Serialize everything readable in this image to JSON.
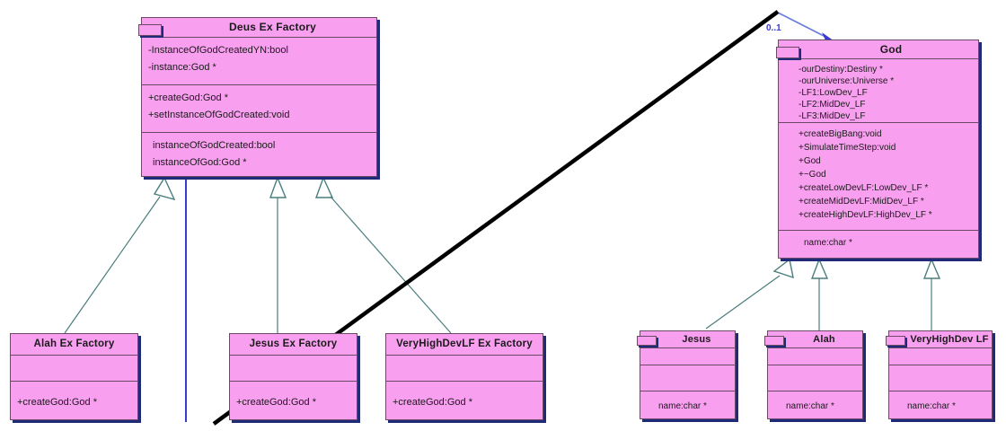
{
  "diagram": {
    "type": "uml-class-diagram",
    "title": "Deus Ex Factory / God abstract factory UML class diagram",
    "colors": {
      "class_fill": "#f99ff0",
      "class_border": "#6b4a66",
      "class_shadow": "#1f2a78",
      "generalization_line": "#4a7d7d",
      "association_line": "#3a3ad0",
      "annotation_line": "#000000",
      "multiplicity_text": "#3a3ad0"
    }
  },
  "classes": {
    "deus_ex_factory": {
      "name": "Deus Ex Factory",
      "has_package_icon": true,
      "attributes": [
        "-InstanceOfGodCreatedYN:bool",
        "-instance:God *"
      ],
      "operations": [
        "+createGod:God *",
        "+setInstanceOfGodCreated:void"
      ],
      "extras": [
        "instanceOfGodCreated:bool",
        "instanceOfGod:God *"
      ]
    },
    "god": {
      "name": "God",
      "has_package_icon": true,
      "attributes": [
        "-ourDestiny:Destiny *",
        "-ourUniverse:Universe *",
        "-LF1:LowDev_LF",
        "-LF2:MidDev_LF",
        "-LF3:MidDev_LF"
      ],
      "operations": [
        "+createBigBang:void",
        "+SimulateTimeStep:void",
        "+God",
        "+~God",
        "+createLowDevLF:LowDev_LF *",
        "+createMidDevLF:MidDev_LF *",
        "+createHighDevLF:HighDev_LF *"
      ],
      "extras": [
        "name:char *"
      ]
    },
    "alah_ex_factory": {
      "name": "Alah Ex Factory",
      "has_package_icon": false,
      "attributes": [],
      "operations": [
        "+createGod:God *"
      ]
    },
    "jesus_ex_factory": {
      "name": "Jesus Ex Factory",
      "has_package_icon": false,
      "attributes": [],
      "operations": [
        "+createGod:God *"
      ]
    },
    "veryhighdevlf_ex_factory": {
      "name": "VeryHighDevLF Ex Factory",
      "has_package_icon": false,
      "attributes": [],
      "operations": [
        "+createGod:God *"
      ]
    },
    "jesus": {
      "name": "Jesus",
      "has_package_icon": true,
      "attributes": [],
      "operations": [],
      "extras": [
        "name:char *"
      ]
    },
    "alah": {
      "name": "Alah",
      "has_package_icon": true,
      "attributes": [],
      "operations": [],
      "extras": [
        "name:char *"
      ]
    },
    "veryhighdev_lf": {
      "name": "VeryHighDev LF",
      "has_package_icon": true,
      "attributes": [],
      "operations": [],
      "extras": [
        "name:char *"
      ]
    }
  },
  "relationships": {
    "multiplicity_god": "0..1",
    "generalizations": [
      {
        "from": "Alah Ex Factory",
        "to": "Deus Ex Factory"
      },
      {
        "from": "Jesus Ex Factory",
        "to": "Deus Ex Factory"
      },
      {
        "from": "VeryHighDevLF Ex Factory",
        "to": "Deus Ex Factory"
      },
      {
        "from": "Jesus",
        "to": "God"
      },
      {
        "from": "Alah",
        "to": "God"
      },
      {
        "from": "VeryHighDev LF",
        "to": "God"
      }
    ],
    "associations": [
      {
        "from": "Deus Ex Factory",
        "to": "God",
        "label": "0..1"
      }
    ]
  }
}
